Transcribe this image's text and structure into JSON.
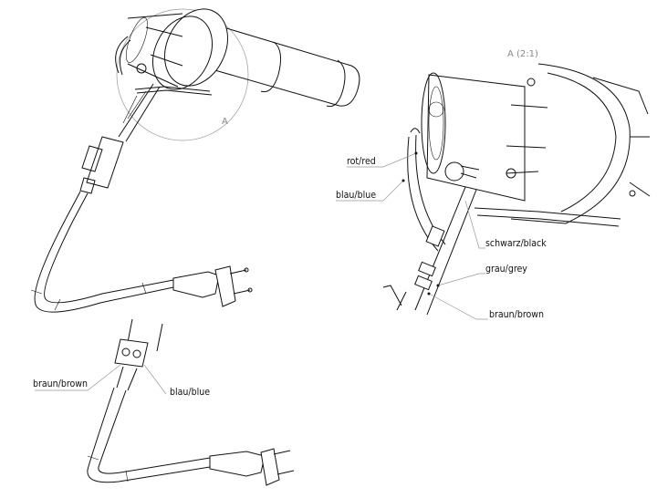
{
  "detail_marker": "A",
  "detail_title": "A (2:1)",
  "detail_labels": {
    "red": "rot/red",
    "blue": "blau/blue",
    "black": "schwarz/black",
    "grey": "grau/grey",
    "brown": "braun/brown"
  },
  "connector_labels": {
    "brown": "braun/brown",
    "blue": "blau/blue"
  }
}
